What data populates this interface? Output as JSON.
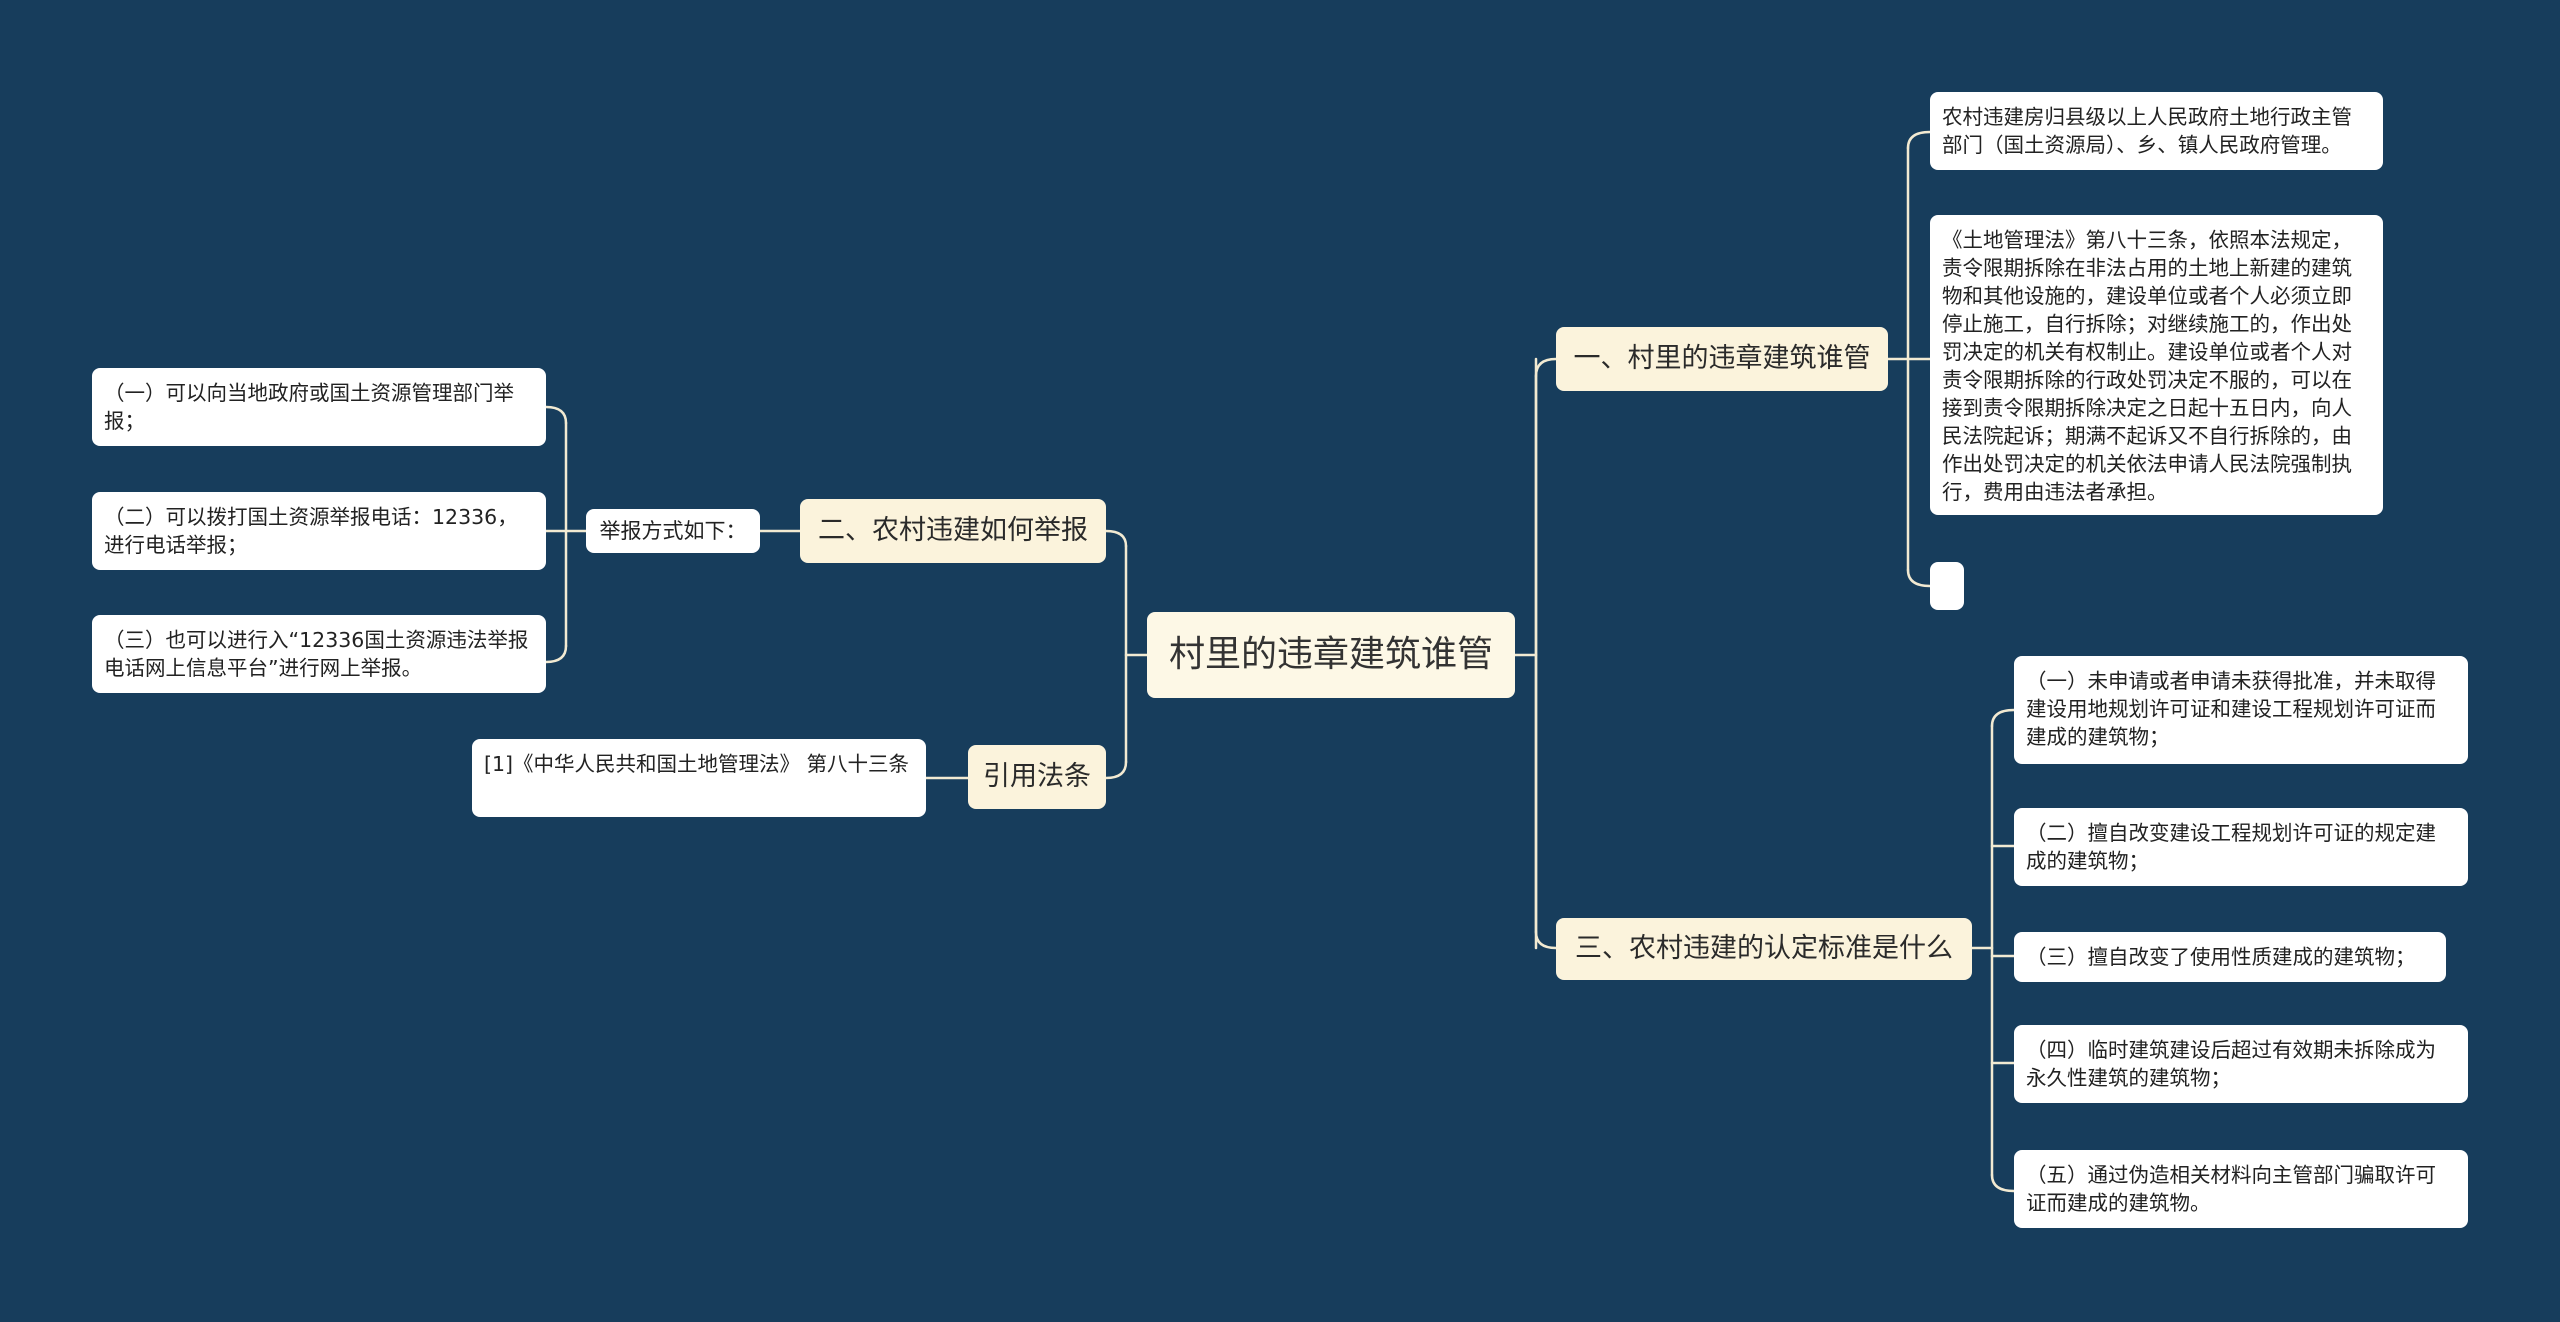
{
  "root": {
    "label": "村里的违章建筑谁管"
  },
  "branches": {
    "who_manages": {
      "label": "一、村里的违章建筑谁管"
    },
    "how_report": {
      "label": "二、农村违建如何举报"
    },
    "standard": {
      "label": "三、农村违建的认定标准是什么"
    },
    "citation": {
      "label": "引用法条"
    }
  },
  "who_manages_items": [
    "农村违建房归县级以上人民政府土地行政主管部门（国土资源局）、乡、镇人民政府管理。",
    "《土地管理法》第八十三条，依照本法规定，责令限期拆除在非法占用的土地上新建的建筑物和其他设施的，建设单位或者个人必须立即停止施工，自行拆除；对继续施工的，作出处罚决定的机关有权制止。建设单位或者个人对责令限期拆除的行政处罚决定不服的，可以在接到责令限期拆除决定之日起十五日内，向人民法院起诉；期满不起诉又不自行拆除的，由作出处罚决定的机关依法申请人民法院强制执行，费用由违法者承担。",
    ""
  ],
  "report": {
    "method_label": "举报方式如下：",
    "items": [
      "（一）可以向当地政府或国土资源管理部门举报；",
      "（二）可以拨打国土资源举报电话：12336，进行电话举报；",
      "（三）也可以进行入“12336国土资源违法举报电话网上信息平台”进行网上举报。"
    ]
  },
  "citation_items": [
    "[1]《中华人民共和国土地管理法》 第八十三条"
  ],
  "standard_items": [
    "（一）未申请或者申请未获得批准，并未取得建设用地规划许可证和建设工程规划许可证而建成的建筑物；",
    "（二）擅自改变建设工程规划许可证的规定建成的建筑物；",
    "（三）擅自改变了使用性质建成的建筑物；",
    "（四）临时建筑建设后超过有效期未拆除成为永久性建筑的建筑物；",
    "（五）通过伪造相关材料向主管部门骗取许可证而建成的建筑物。"
  ],
  "colors": {
    "background": "#173d5c",
    "connector": "#f2ead2",
    "root_fill": "#fdf8e6",
    "branch_fill": "#fbf3dc",
    "leaf_fill": "#ffffff"
  }
}
